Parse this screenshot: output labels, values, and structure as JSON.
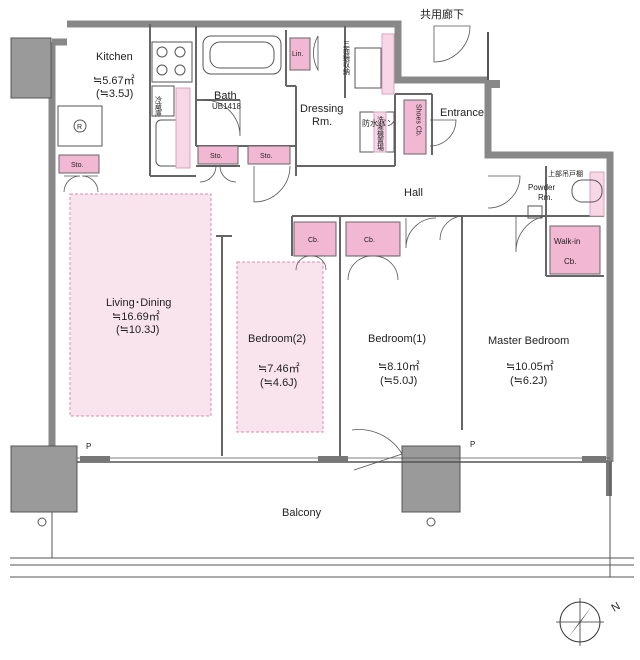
{
  "labels": {
    "corridor": "共用廊下",
    "kitchen": "Kitchen",
    "kitchen_area": "≒5.67㎡",
    "kitchen_j": "(≒3.5J)",
    "bath": "Bath",
    "bath_unit": "UB1418",
    "dressing_1": "Dressing",
    "dressing_2": "Rm.",
    "entrance": "Entrance",
    "hall": "Hall",
    "powder_1": "Powder",
    "powder_2": "Rm.",
    "upper_cabinet": "上部吊戸棚",
    "walkin_1": "Walk-in",
    "walkin_2": "Cb.",
    "lin": "Lin.",
    "sto_left": "Sto.",
    "sto_1": "Sto.",
    "sto_2": "Sto.",
    "cb_1": "Cb.",
    "cb_2": "Cb.",
    "shoes": "Shoes Cb.",
    "mirror_storage": "三面鏡収納",
    "waterproof_pan": "防水パン",
    "washer": "洗濯機置場",
    "fridge": "冷蔵庫",
    "living_1": "Living･Dining",
    "living_area": "≒16.69㎡",
    "living_j": "(≒10.3J)",
    "bed2": "Bedroom(2)",
    "bed2_area": "≒7.46㎡",
    "bed2_j": "(≒4.6J)",
    "bed1": "Bedroom(1)",
    "bed1_area": "≒8.10㎡",
    "bed1_j": "(≒5.0J)",
    "master": "Master Bedroom",
    "master_area": "≒10.05㎡",
    "master_j": "(≒6.2J)",
    "balcony": "Balcony",
    "p_left": "P",
    "p_right": "P",
    "r_mark": "R",
    "north": "N"
  }
}
